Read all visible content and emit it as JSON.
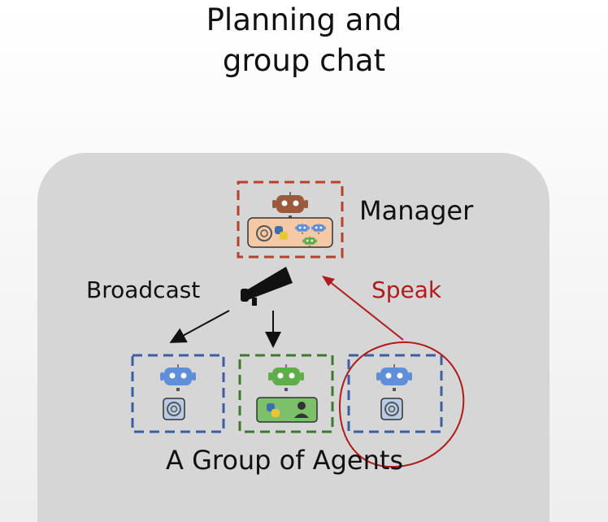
{
  "title": {
    "line1": "Planning and",
    "line2": "group chat"
  },
  "diagram": {
    "manager_label": "Manager",
    "broadcast_label": "Broadcast",
    "speak_label": "Speak",
    "group_label": "A Group of Agents"
  },
  "colors": {
    "manager_border": "#b5432a",
    "agent_border": "#3c5ea6",
    "highlight_border": "#3d7a2e",
    "speak": "#b01c1c"
  },
  "icons": [
    "robot-icon",
    "openai-icon",
    "python-icon",
    "user-icon",
    "megaphone-icon"
  ]
}
